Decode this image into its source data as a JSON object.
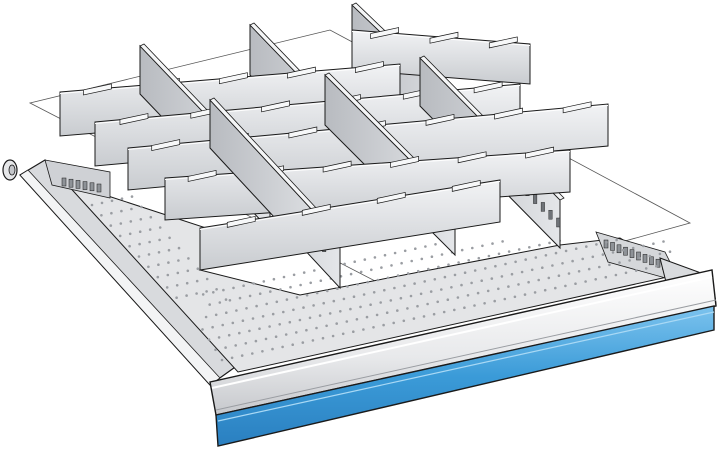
{
  "diagram": {
    "colors": {
      "outline": "#1a1a1a",
      "sheet": "#ffffff",
      "drawer_body": "#e6e7e9",
      "drawer_shade": "#c9cbcf",
      "front_blue": "#3b9bd8",
      "front_blue_light": "#7cc3ee",
      "divider_light": "#eef0f2",
      "divider_mid": "#d2d5d9",
      "divider_dark": "#a9adb3",
      "perforation": "#9a9da2"
    },
    "parts": [
      {
        "name": "drawer",
        "icon": "drawer-icon"
      },
      {
        "name": "drawer-front-handle",
        "icon": "handle-bar-icon"
      },
      {
        "name": "blue-front-strip",
        "icon": "label-strip-icon"
      },
      {
        "name": "insertion-mat",
        "icon": "sheet-icon"
      },
      {
        "name": "longitudinal-dividers",
        "icon": "divider-icon"
      },
      {
        "name": "slotted-transverse-dividers",
        "icon": "slotted-divider-icon"
      },
      {
        "name": "side-knob",
        "icon": "knob-icon"
      }
    ]
  }
}
